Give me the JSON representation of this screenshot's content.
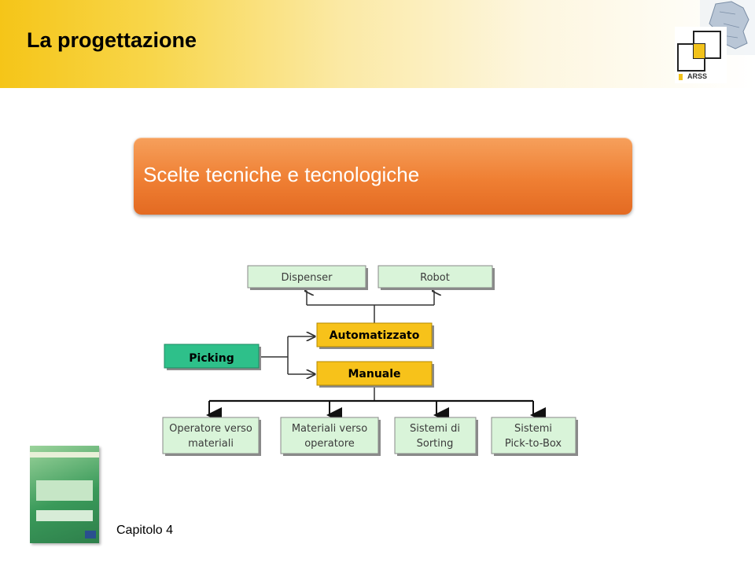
{
  "slide": {
    "title": "La progettazione",
    "logo_text": "ARSS",
    "banner_text": "Scelte tecniche e tecnologiche",
    "footer_label": "Capitolo 4"
  },
  "diagram": {
    "top_nodes": [
      "Dispenser",
      "Robot"
    ],
    "mode_nodes": [
      "Automatizzato",
      "Manuale"
    ],
    "root_node": "Picking",
    "bottom_nodes": [
      [
        "Operatore verso",
        "materiali"
      ],
      [
        "Materiali verso",
        "operatore"
      ],
      [
        "Sistemi di",
        "Sorting"
      ],
      [
        "Sistemi",
        "Pick-to-Box"
      ]
    ]
  },
  "colors": {
    "header_yellow": "#f5c518",
    "banner_orange": "#ef7f33",
    "node_green_light": "#d9f4d9",
    "picking_teal": "#2ec08a",
    "mode_yellow": "#f7c21a"
  }
}
